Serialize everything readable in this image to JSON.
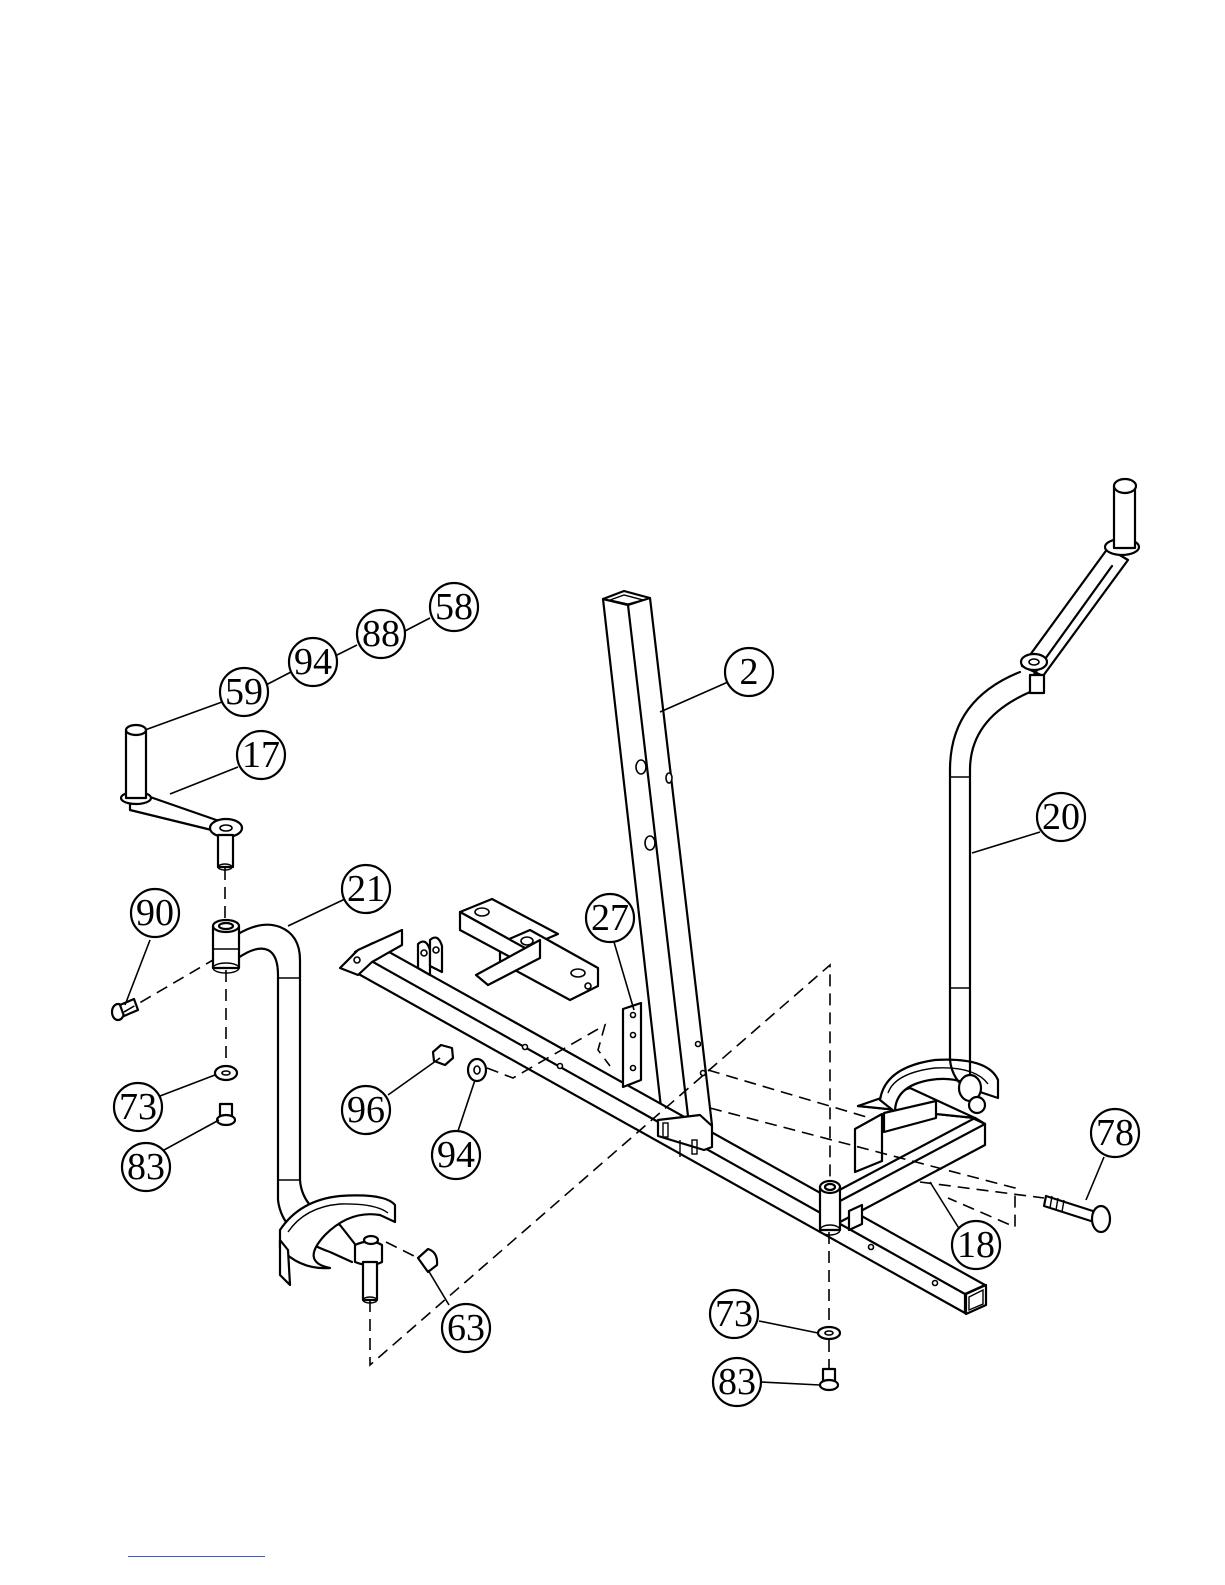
{
  "callouts": [
    {
      "id": "c58",
      "label": "58"
    },
    {
      "id": "c88",
      "label": "88"
    },
    {
      "id": "c94a",
      "label": "94"
    },
    {
      "id": "c59",
      "label": "59"
    },
    {
      "id": "c17",
      "label": "17"
    },
    {
      "id": "c2",
      "label": "2"
    },
    {
      "id": "c20",
      "label": "20"
    },
    {
      "id": "c21",
      "label": "21"
    },
    {
      "id": "c90",
      "label": "90"
    },
    {
      "id": "c27",
      "label": "27"
    },
    {
      "id": "c73a",
      "label": "73"
    },
    {
      "id": "c96",
      "label": "96"
    },
    {
      "id": "c83a",
      "label": "83"
    },
    {
      "id": "c94b",
      "label": "94"
    },
    {
      "id": "c78",
      "label": "78"
    },
    {
      "id": "c18",
      "label": "18"
    },
    {
      "id": "c63",
      "label": "63"
    },
    {
      "id": "c73b",
      "label": "73"
    },
    {
      "id": "c83b",
      "label": "83"
    }
  ],
  "colors": {
    "stroke": "#000000",
    "background": "#ffffff",
    "footer_rule": "#3a5bd0"
  }
}
